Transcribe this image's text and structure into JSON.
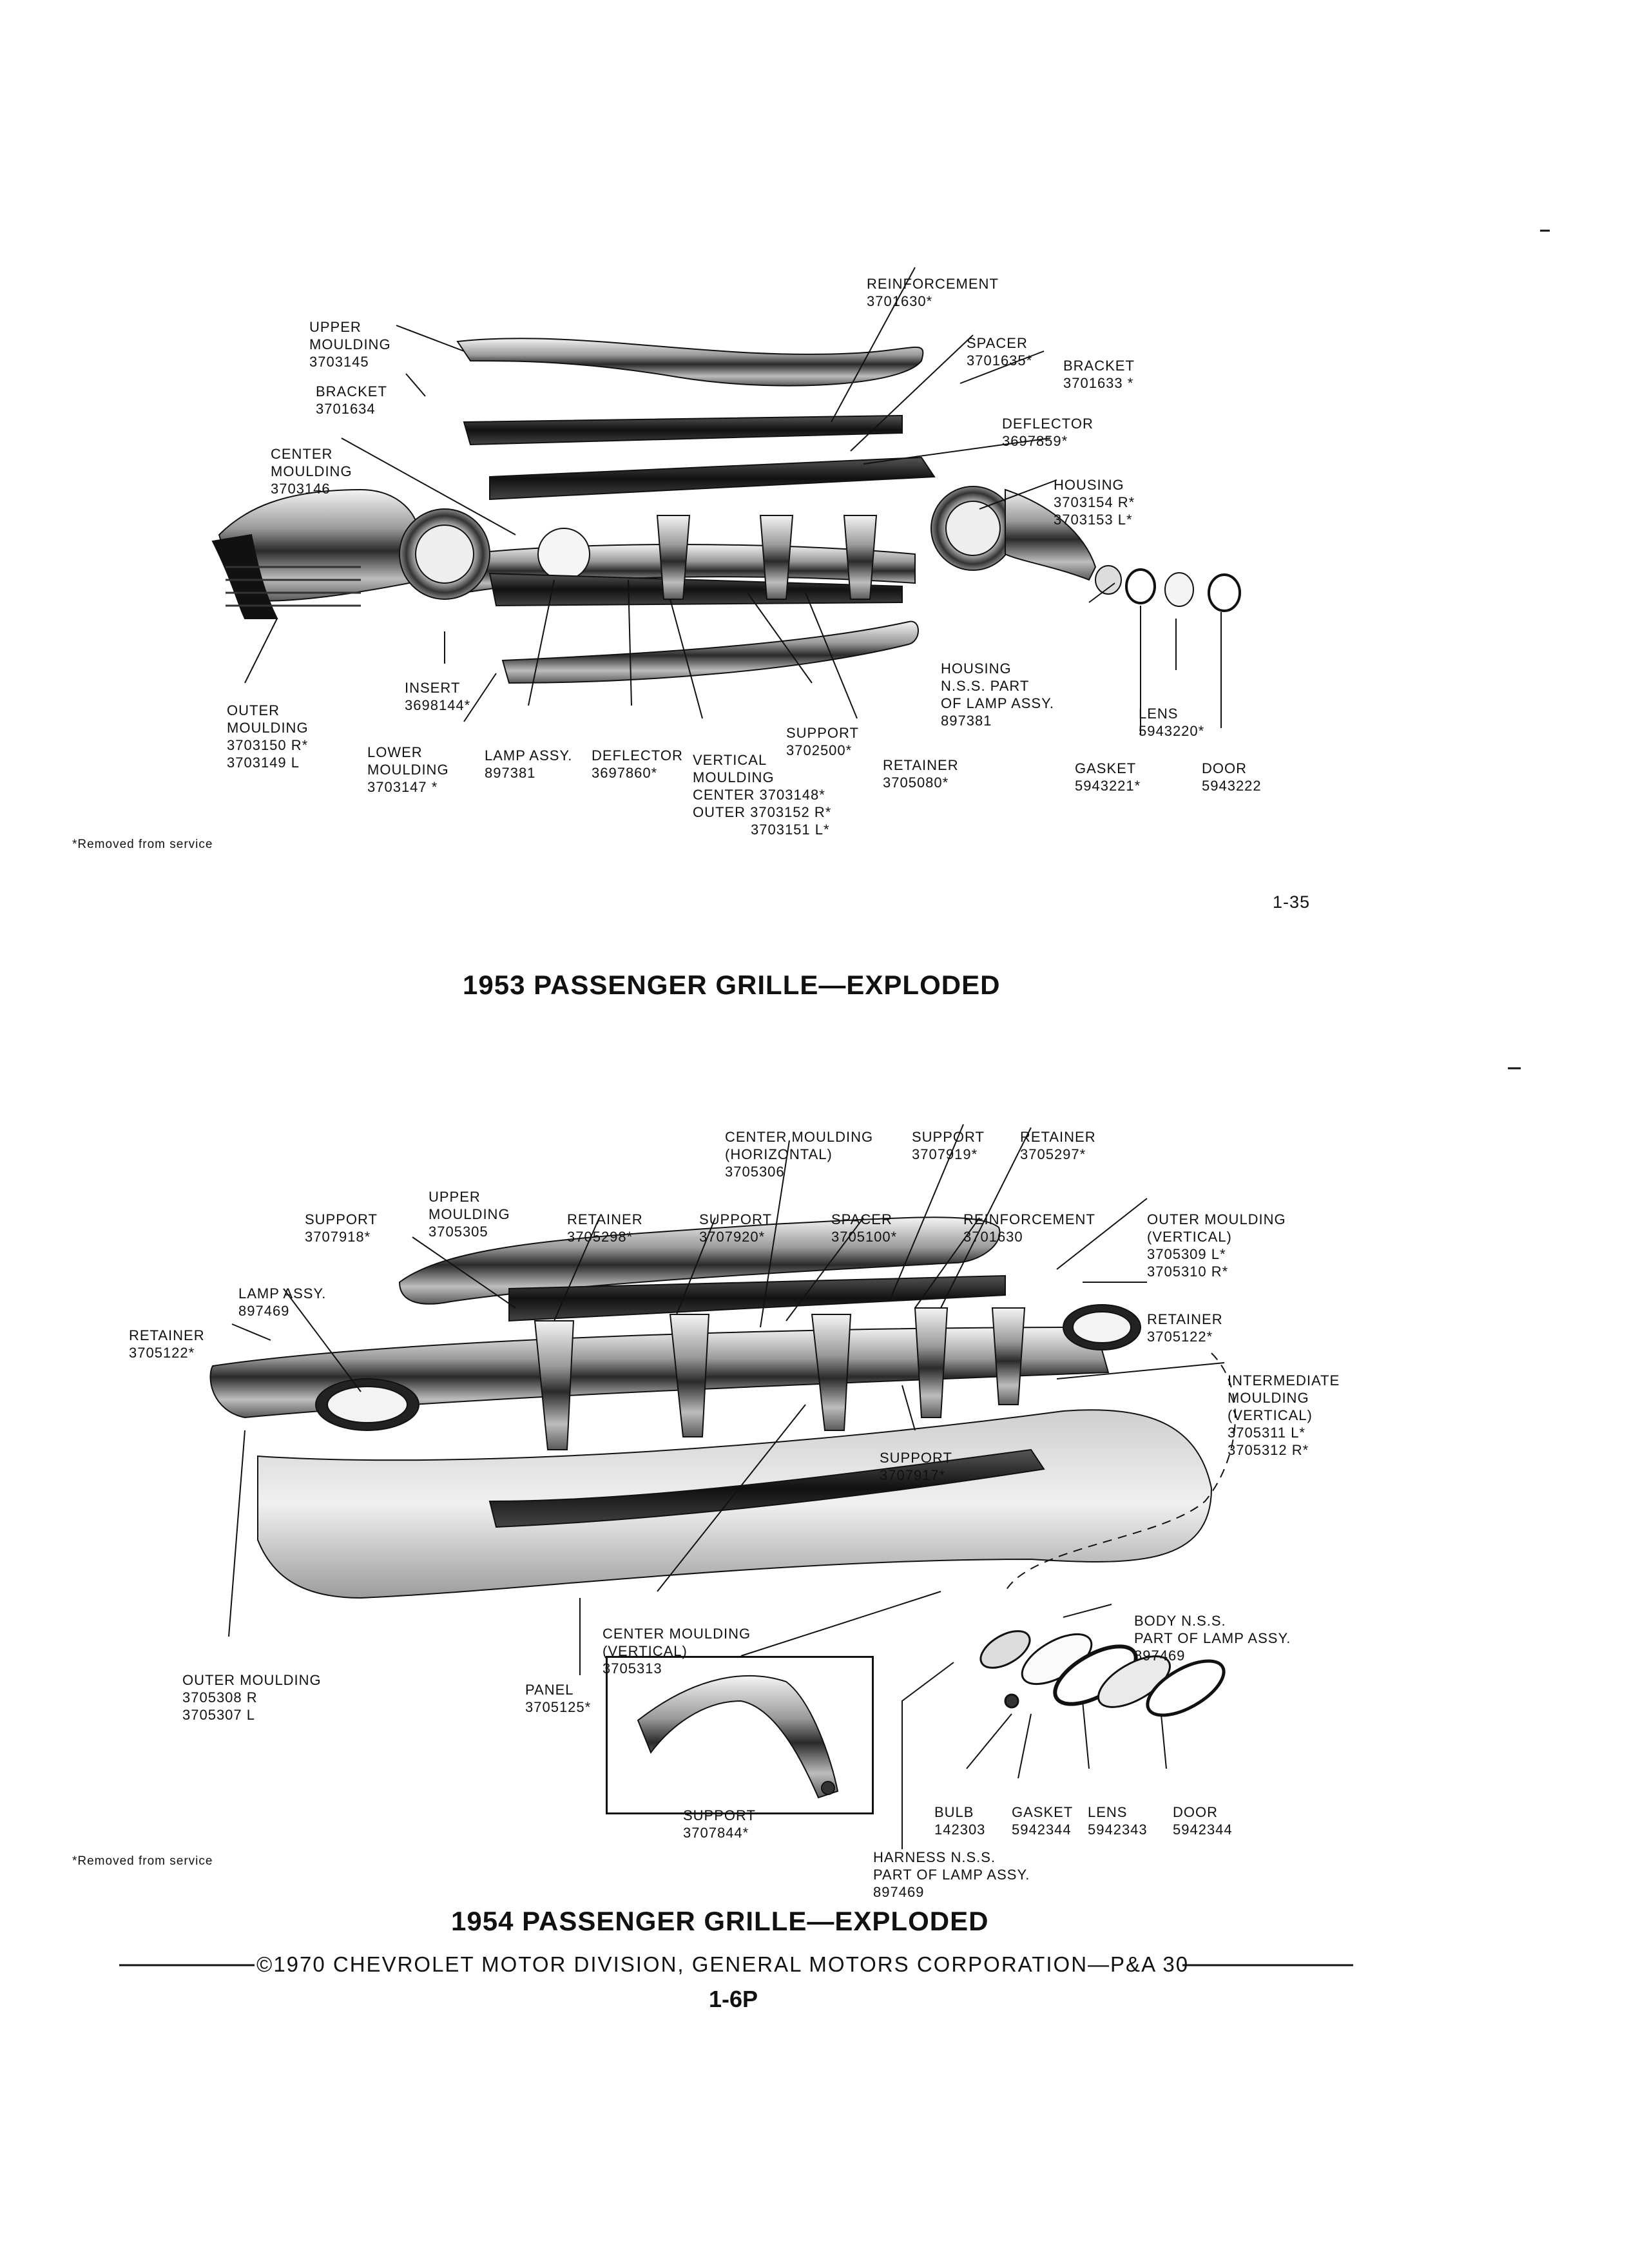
{
  "diagram_1953": {
    "title": "1953 PASSENGER GRILLE—EXPLODED",
    "footnote": "*Removed from service",
    "page_ref": "1-35",
    "callouts": {
      "reinforcement": [
        "REINFORCEMENT",
        "3701630*"
      ],
      "upper_moulding": [
        "UPPER",
        "MOULDING",
        "3703145"
      ],
      "spacer": [
        "SPACER",
        "3701635*"
      ],
      "bracket_right": [
        "BRACKET",
        "3701633 *"
      ],
      "bracket_left": [
        "BRACKET",
        "3701634"
      ],
      "deflector_upper": [
        "DEFLECTOR",
        "3697859*"
      ],
      "center_moulding": [
        "CENTER",
        "MOULDING",
        "3703146"
      ],
      "housing": [
        "HOUSING",
        "3703154 R*",
        "3703153 L*"
      ],
      "housing_nss": [
        "HOUSING",
        "N.S.S. PART",
        "OF LAMP ASSY.",
        "897381"
      ],
      "insert": [
        "INSERT",
        "3698144*"
      ],
      "outer_moulding": [
        "OUTER",
        "MOULDING",
        "3703150 R*",
        "3703149 L"
      ],
      "lens": [
        "LENS",
        "5943220*"
      ],
      "support": [
        "SUPPORT",
        "3702500*"
      ],
      "lower_moulding": [
        "LOWER",
        "MOULDING",
        "3703147 *"
      ],
      "lamp_assy": [
        "LAMP ASSY.",
        "897381"
      ],
      "deflector_lower": [
        "DEFLECTOR",
        "3697860*"
      ],
      "vertical_moulding": [
        "VERTICAL",
        "MOULDING",
        "CENTER 3703148*",
        "OUTER 3703152 R*",
        "3703151 L*"
      ],
      "retainer": [
        "RETAINER",
        "3705080*"
      ],
      "gasket": [
        "GASKET",
        "5943221*"
      ],
      "door": [
        "DOOR",
        "5943222"
      ]
    }
  },
  "diagram_1954": {
    "title": "1954 PASSENGER GRILLE—EXPLODED",
    "footnote": "*Removed from service",
    "callouts": {
      "center_moulding_h": [
        "CENTER MOULDING",
        "(HORIZONTAL)",
        "3705306"
      ],
      "support_top": [
        "SUPPORT",
        "3707919*"
      ],
      "retainer_top": [
        "RETAINER",
        "3705297*"
      ],
      "upper_moulding": [
        "UPPER",
        "MOULDING",
        "3705305"
      ],
      "support_left": [
        "SUPPORT",
        "3707918*"
      ],
      "retainer_mid": [
        "RETAINER",
        "3705298*"
      ],
      "support_mid": [
        "SUPPORT",
        "3707920*"
      ],
      "spacer": [
        "SPACER",
        "3705100*"
      ],
      "reinforcement": [
        "REINFORCEMENT",
        "3701630"
      ],
      "outer_moulding_v": [
        "OUTER MOULDING",
        "(VERTICAL)",
        "3705309 L*",
        "3705310 R*"
      ],
      "lamp_assy": [
        "LAMP ASSY.",
        "897469"
      ],
      "retainer_left": [
        "RETAINER",
        "3705122*"
      ],
      "retainer_right": [
        "RETAINER",
        "3705122*"
      ],
      "intermediate_moulding": [
        "INTERMEDIATE",
        "MOULDING",
        "(VERTICAL)",
        "3705311 L*",
        "3705312 R*"
      ],
      "support_low": [
        "SUPPORT",
        "3707917*"
      ],
      "body_nss": [
        "BODY N.S.S.",
        "PART OF LAMP ASSY.",
        "897469"
      ],
      "center_moulding_v": [
        "CENTER MOULDING",
        "(VERTICAL)",
        "3705313"
      ],
      "outer_moulding": [
        "OUTER MOULDING",
        "3705308 R",
        "3705307 L"
      ],
      "panel": [
        "PANEL",
        "3705125*"
      ],
      "support_inset": [
        "SUPPORT",
        "3707844*"
      ],
      "bulb": [
        "BULB",
        "142303"
      ],
      "gasket": [
        "GASKET",
        "5942344"
      ],
      "lens": [
        "LENS",
        "5942343"
      ],
      "door": [
        "DOOR",
        "5942344"
      ],
      "harness": [
        "HARNESS N.S.S.",
        "PART OF LAMP ASSY.",
        "897469"
      ]
    }
  },
  "footer": {
    "copyright": "©1970 CHEVROLET MOTOR DIVISION, GENERAL MOTORS CORPORATION—P&A 30",
    "page_number": "1-6P"
  }
}
